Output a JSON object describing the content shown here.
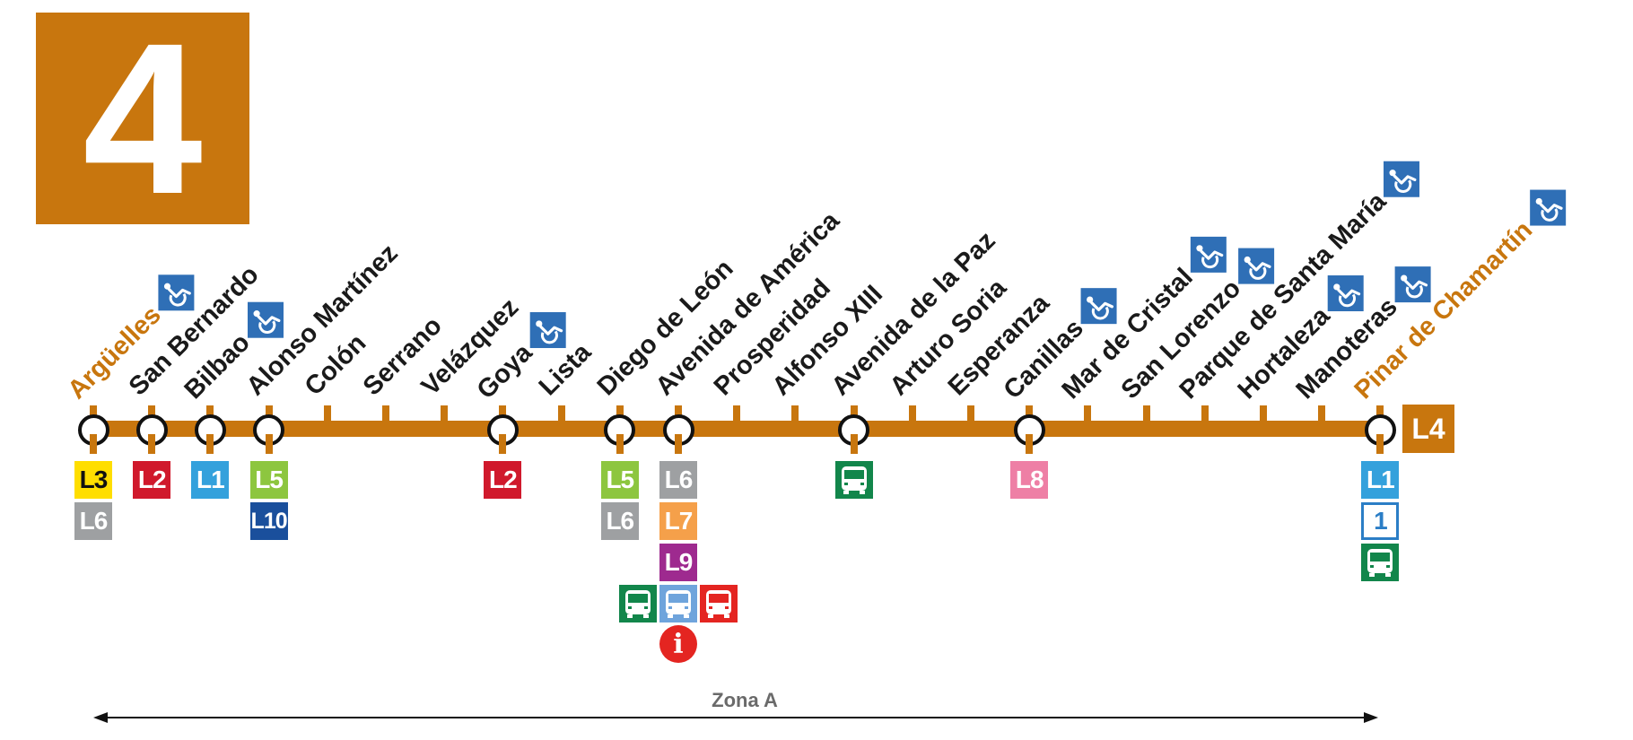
{
  "line": {
    "number": "4",
    "badge": "L4",
    "color": "#c8760e"
  },
  "zone": {
    "label": "Zona A"
  },
  "stations": [
    {
      "name": "Argüelles",
      "terminal": true,
      "node": true,
      "accessible": true,
      "connections": [
        {
          "type": "metro",
          "label": "L3",
          "color": "#ffde00",
          "text": "#111111"
        },
        {
          "type": "metro",
          "label": "L6",
          "color": "#9ea0a2",
          "text": "#ffffff"
        }
      ]
    },
    {
      "name": "San Bernardo",
      "node": true,
      "accessible": false,
      "connections": [
        {
          "type": "metro",
          "label": "L2",
          "color": "#d0192c",
          "text": "#ffffff"
        }
      ]
    },
    {
      "name": "Bilbao",
      "node": true,
      "accessible": true,
      "connections": [
        {
          "type": "metro",
          "label": "L1",
          "color": "#34a1dc",
          "text": "#ffffff"
        }
      ]
    },
    {
      "name": "Alonso Martínez",
      "node": true,
      "accessible": false,
      "connections": [
        {
          "type": "metro",
          "label": "L5",
          "color": "#8dc63f",
          "text": "#ffffff"
        },
        {
          "type": "metro",
          "label": "L10",
          "color": "#1a4f9c",
          "text": "#ffffff"
        }
      ]
    },
    {
      "name": "Colón",
      "node": false,
      "accessible": false,
      "connections": []
    },
    {
      "name": "Serrano",
      "node": false,
      "accessible": false,
      "connections": []
    },
    {
      "name": "Velázquez",
      "node": false,
      "accessible": false,
      "connections": []
    },
    {
      "name": "Goya",
      "node": true,
      "accessible": true,
      "connections": [
        {
          "type": "metro",
          "label": "L2",
          "color": "#d0192c",
          "text": "#ffffff"
        }
      ]
    },
    {
      "name": "Lista",
      "node": false,
      "accessible": false,
      "connections": []
    },
    {
      "name": "Diego de León",
      "node": true,
      "accessible": false,
      "connections": [
        {
          "type": "metro",
          "label": "L5",
          "color": "#8dc63f",
          "text": "#ffffff"
        },
        {
          "type": "metro",
          "label": "L6",
          "color": "#9ea0a2",
          "text": "#ffffff"
        }
      ]
    },
    {
      "name": "Avenida de América",
      "node": true,
      "accessible": false,
      "connections": [
        {
          "type": "metro",
          "label": "L6",
          "color": "#9ea0a2",
          "text": "#ffffff"
        },
        {
          "type": "metro",
          "label": "L7",
          "color": "#f5a04a",
          "text": "#ffffff"
        },
        {
          "type": "metro",
          "label": "L9",
          "color": "#9e2a8f",
          "text": "#ffffff"
        }
      ]
    },
    {
      "name": "Prosperidad",
      "node": false,
      "accessible": false,
      "connections": []
    },
    {
      "name": "Alfonso XIII",
      "node": false,
      "accessible": false,
      "connections": []
    },
    {
      "name": "Avenida de la Paz",
      "node": true,
      "accessible": false,
      "connections": [
        {
          "type": "bus",
          "icon": "interurban-bus-icon",
          "color": "#12864b"
        }
      ]
    },
    {
      "name": "Arturo Soria",
      "node": false,
      "accessible": false,
      "connections": []
    },
    {
      "name": "Esperanza",
      "node": false,
      "accessible": false,
      "connections": []
    },
    {
      "name": "Canillas",
      "node": true,
      "accessible": true,
      "connections": [
        {
          "type": "metro",
          "label": "L8",
          "color": "#ee7fa5",
          "text": "#ffffff"
        }
      ]
    },
    {
      "name": "Mar de Cristal",
      "node": false,
      "accessible": true,
      "connections": []
    },
    {
      "name": "San Lorenzo",
      "node": false,
      "accessible": true,
      "connections": []
    },
    {
      "name": "Parque de Santa María",
      "node": false,
      "accessible": true,
      "connections": []
    },
    {
      "name": "Hortaleza",
      "node": false,
      "accessible": true,
      "connections": []
    },
    {
      "name": "Manoteras",
      "node": false,
      "accessible": true,
      "connections": []
    },
    {
      "name": "Pinar de Chamartín",
      "terminal": true,
      "node": true,
      "accessible": true,
      "connections": [
        {
          "type": "metro",
          "label": "L1",
          "color": "#34a1dc",
          "text": "#ffffff"
        },
        {
          "type": "lightrail",
          "label": "1",
          "color": "#ffffff",
          "text": "#2b7ec6",
          "border": "#2b7ec6"
        },
        {
          "type": "bus",
          "icon": "interurban-bus-icon",
          "color": "#12864b"
        }
      ]
    }
  ],
  "extra_services": {
    "station": "Avenida de América",
    "buses": [
      {
        "icon": "interurban-bus-icon",
        "color": "#12864b"
      },
      {
        "icon": "urban-bus-icon",
        "color": "#6fa4dc"
      },
      {
        "icon": "long-distance-bus-icon",
        "color": "#e42521"
      }
    ],
    "info": {
      "icon": "information-icon",
      "color": "#e42521"
    }
  }
}
